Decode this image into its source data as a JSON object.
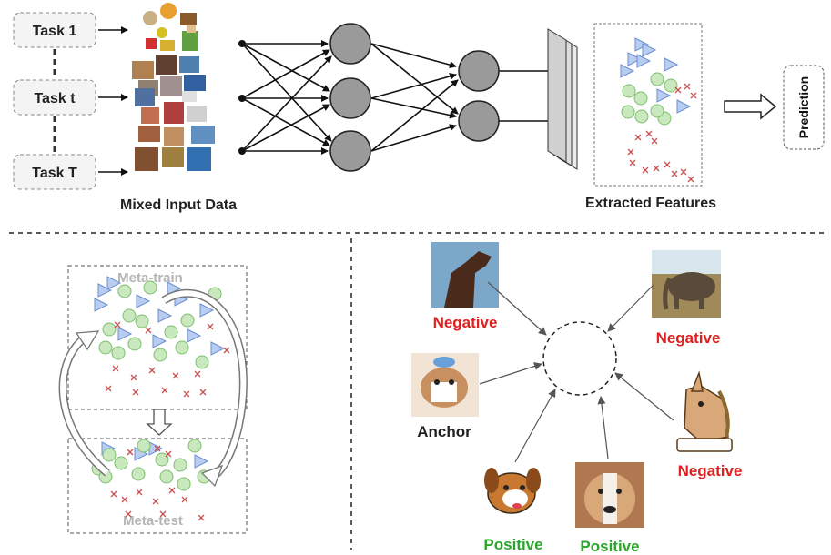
{
  "tasks": [
    "Task 1",
    "Task t",
    "Task T"
  ],
  "captions": {
    "mixed_input": "Mixed Input Data",
    "extracted_features": "Extracted Features",
    "prediction": "Prediction"
  },
  "meta": {
    "train": "Meta-train",
    "test": "Meta-test"
  },
  "triplet": {
    "negative": "Negative",
    "positive": "Positive",
    "anchor": "Anchor"
  },
  "colors": {
    "negative": "#e02020",
    "positive": "#2aa52a",
    "triangle": "#b9cdf0",
    "circle": "#c9e8bd",
    "cross": "#c85050",
    "neuron": "#9a9a9a"
  }
}
